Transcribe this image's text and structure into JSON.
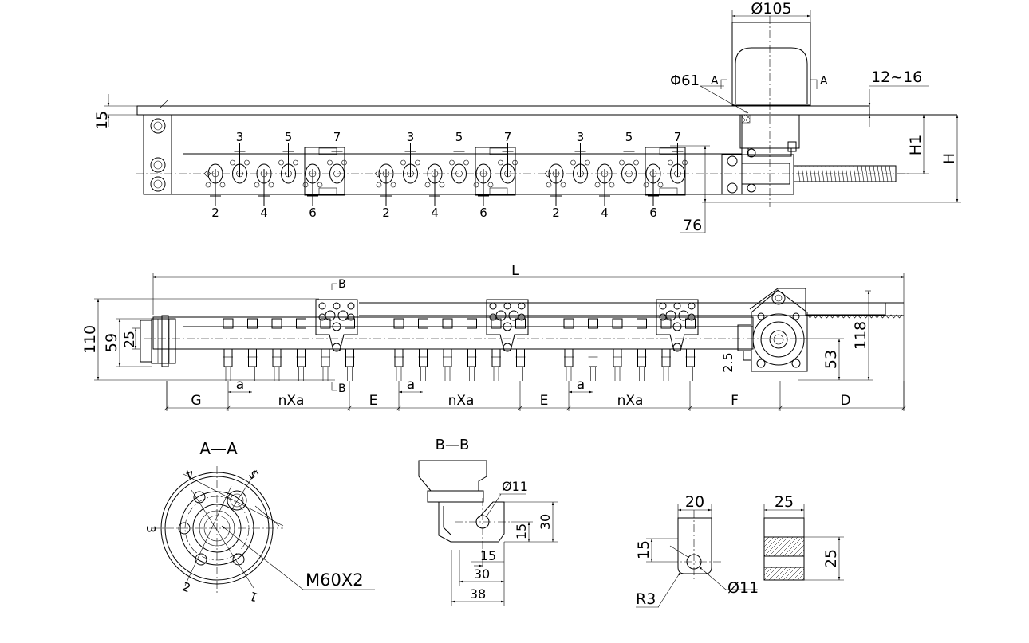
{
  "labels": {
    "d105": "Ø105",
    "d61": "Φ61",
    "sec_a_left": "A",
    "sec_a_right": "A",
    "gap": "12~16",
    "dim15": "15",
    "h1": "H1",
    "h": "H",
    "dim76": "76",
    "L": "L",
    "sec_b_top": "B",
    "sec_b_bottom": "B",
    "dim110": "110",
    "dim59": "59",
    "dim25": "25",
    "dim25_5": "2.5",
    "dim53": "53",
    "dim118": "118",
    "G": "G",
    "a": "a",
    "nxa": "nXa",
    "E": "E",
    "F": "F",
    "D": "D",
    "section_aa": "A—A",
    "section_bb": "B—B",
    "thread": "M60X2",
    "bb_d11": "Ø11",
    "bb_15v": "15",
    "bb_30v": "30",
    "bb_15h": "15",
    "bb_30h": "30",
    "bb_38": "38",
    "p_20": "20",
    "p_15": "15",
    "p_r3": "R3",
    "p_d11": "Ø11",
    "s_25top": "25",
    "s_25side": "25"
  },
  "top_numbers": [
    "3",
    "5",
    "7"
  ],
  "bottom_numbers": [
    "2",
    "4",
    "6"
  ],
  "aa_numbers": [
    "1",
    "2",
    "3",
    "4",
    "5"
  ]
}
